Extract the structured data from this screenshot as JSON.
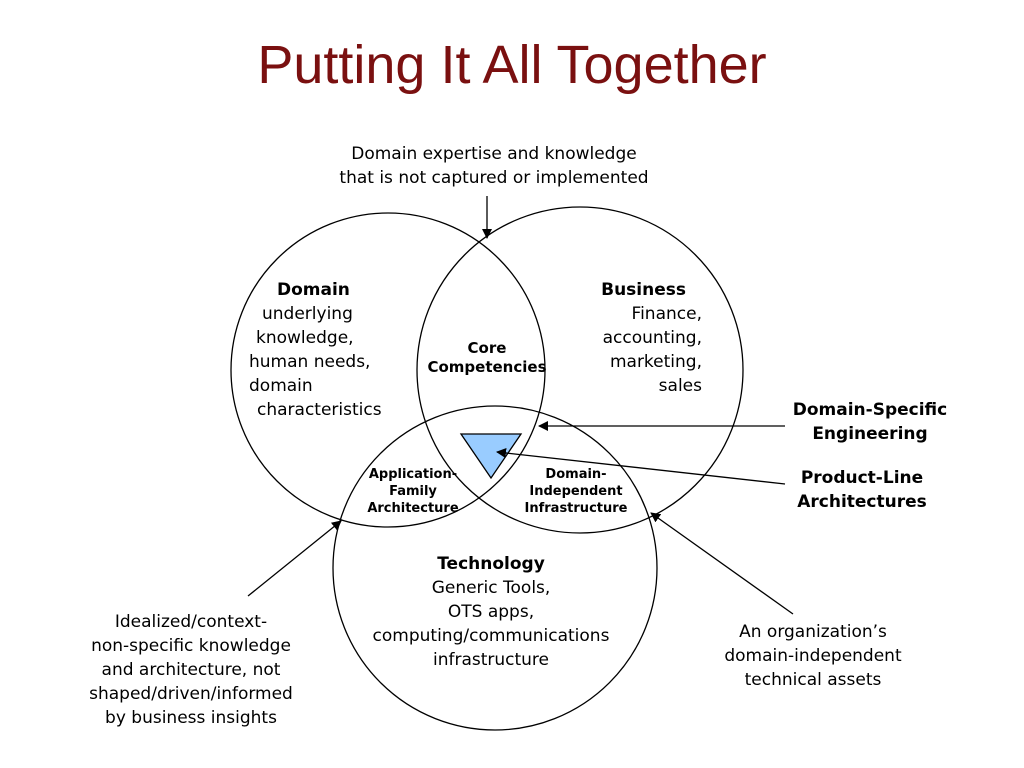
{
  "title": "Putting It All Together",
  "top_note": [
    "Domain expertise and knowledge",
    "that is not captured or implemented"
  ],
  "domain": {
    "heading": "Domain",
    "lines": [
      "underlying",
      "knowledge,",
      "human needs,",
      "domain",
      "characteristics"
    ]
  },
  "business": {
    "heading": "Business",
    "lines": [
      "Finance,",
      "accounting,",
      "marketing,",
      "sales"
    ]
  },
  "core": [
    "Core",
    "Competencies"
  ],
  "app_family": [
    "Application-",
    "Family",
    "Architecture"
  ],
  "domain_independent": [
    "Domain-",
    "Independent",
    "Infrastructure"
  ],
  "technology": {
    "heading": "Technology",
    "lines": [
      "Generic Tools,",
      "OTS apps,",
      "computing/communications",
      "infrastructure"
    ]
  },
  "dse_label": [
    "Domain-Specific",
    "Engineering"
  ],
  "pla_label": [
    "Product-Line",
    "Architectures"
  ],
  "left_note": [
    "Idealized/context-",
    "non-specific knowledge",
    "and architecture, not",
    "shaped/driven/informed",
    "by business insights"
  ],
  "right_note": [
    "An organization’s",
    "domain-independent",
    "technical assets"
  ],
  "colors": {
    "title": "#7a1010",
    "triangle_fill": "#99ccff",
    "stroke": "#000000"
  }
}
